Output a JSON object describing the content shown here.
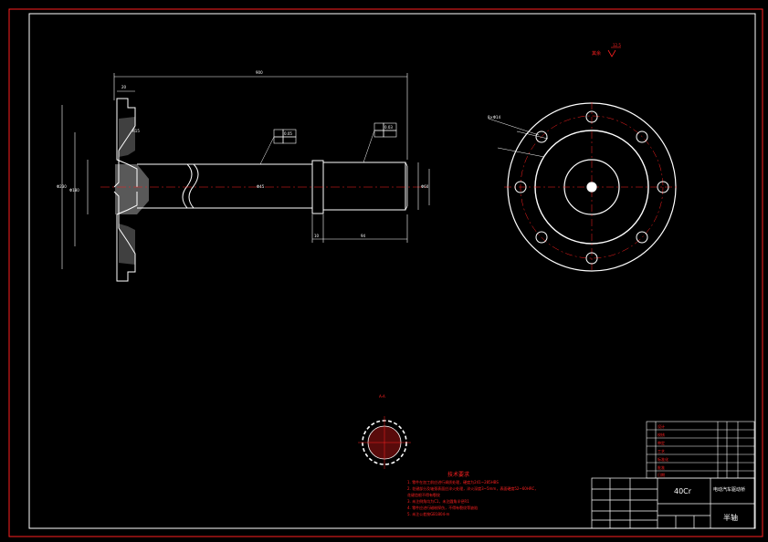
{
  "drawing": {
    "title_material": "40Cr",
    "title_company": "电动汽车驱动桥",
    "title_part": "半轴",
    "roughness_note": "其余",
    "roughness_value": "12.5",
    "tech_requirements_title": "技术要求",
    "tech_requirements": [
      "1. 零件在加工前应进行调质处理，硬度为241~285HBS",
      "2. 花键部分及轴颈表面应淬火处理，淬火深度3~5mm，表面硬度52~60HRC，",
      "   花键齿根不得有裂纹",
      "3. 未注倒角均为C1，未注圆角半径R1",
      "4. 零件应进行磁粉探伤，不得有裂纹等缺陷",
      "5. 未注公差按GB1804-m"
    ],
    "dimensions": {
      "overall_length": "900",
      "flange_thickness": "20",
      "bearing_length": "94",
      "shoulder_length": "10",
      "diameter_shaft": "Φ45",
      "diameter_bearing": "Φ60",
      "bolt_circle": "Φ180",
      "flange_diameter": "Φ230",
      "hole_pattern": "8×Φ14",
      "fillet_radius": "R15",
      "runout_1": "0.05",
      "runout_2": "0.03",
      "section_label": "A-A"
    },
    "parts_list": [
      {
        "name": "设计",
        "sign": "",
        "date": ""
      },
      {
        "name": "校核",
        "sign": "",
        "date": ""
      },
      {
        "name": "审定",
        "sign": "",
        "date": ""
      },
      {
        "name": "工艺",
        "sign": "",
        "date": ""
      },
      {
        "name": "标准化",
        "sign": "",
        "date": ""
      },
      {
        "name": "批准",
        "sign": "",
        "date": ""
      },
      {
        "name": "日期",
        "sign": "",
        "date": ""
      }
    ]
  }
}
